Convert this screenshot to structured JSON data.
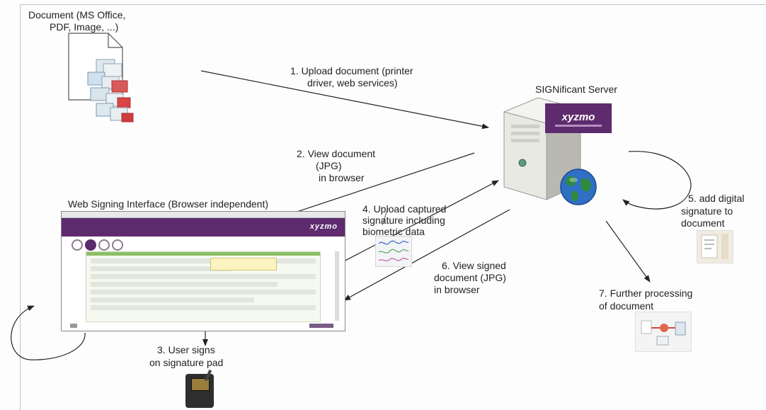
{
  "labels": {
    "document": [
      "Document (MS Office,",
      "PDF, Image, ...)"
    ],
    "server": "SIGNificant Server",
    "server_brand": "xyzmo",
    "browser_title": "Web Signing Interface (Browser independent)",
    "step1": [
      "1. Upload document (printer",
      "driver, web services)"
    ],
    "step2": [
      "2. View document",
      "(JPG)",
      "in browser"
    ],
    "step3": [
      "3. User signs",
      "on signature pad"
    ],
    "step4": [
      "4. Upload captured",
      "signature including",
      "biometric data"
    ],
    "step5": [
      "5. add digital",
      "signature to",
      "document"
    ],
    "step6": [
      "6. View signed",
      "document (JPG)",
      "in browser"
    ],
    "step7": [
      "7.  Further processing",
      "of document"
    ]
  },
  "icons": {
    "document": "document-stack-icon",
    "server": "server-tower-icon",
    "globe": "globe-icon",
    "signature_pad": "signature-pad-icon",
    "certificate": "certificate-icon",
    "processing": "processing-icon"
  },
  "colors": {
    "brand_purple": "#5e2b6e",
    "form_green": "#8cbf64",
    "arrow": "#222222"
  }
}
